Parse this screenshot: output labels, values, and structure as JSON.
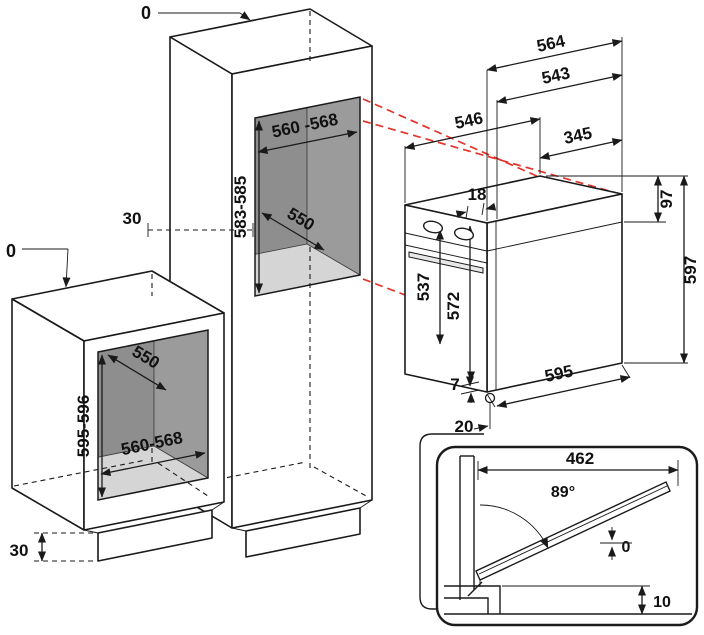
{
  "colors": {
    "line": "#1a1a1a",
    "red_guide": "#e5332a",
    "niche_back": "#8e8e8e",
    "niche_side": "#9b9b9b",
    "niche_floor": "#d5d5d5"
  },
  "tall_unit": {
    "top_clearance": "0",
    "niche_width": "560 -568",
    "niche_height": "583-585",
    "niche_depth": "550",
    "rear_clearance": "30"
  },
  "base_unit": {
    "top_clearance": "0",
    "niche_depth": "550",
    "niche_height": "595-596",
    "niche_width": "560-568",
    "plinth_height": "30"
  },
  "oven": {
    "depth_total": "564",
    "depth_body": "543",
    "depth_frame": "546",
    "depth_rear": "345",
    "front_lip": "18",
    "panel_height": "97",
    "height_body": "537",
    "height_front": "572",
    "height_total": "597",
    "width": "595",
    "bottom_gap": "7",
    "foot_setback": "20"
  },
  "door_detail": {
    "open_depth": "462",
    "opening_angle": "89°",
    "zero_gap": "0",
    "floor_clearance": "10"
  }
}
